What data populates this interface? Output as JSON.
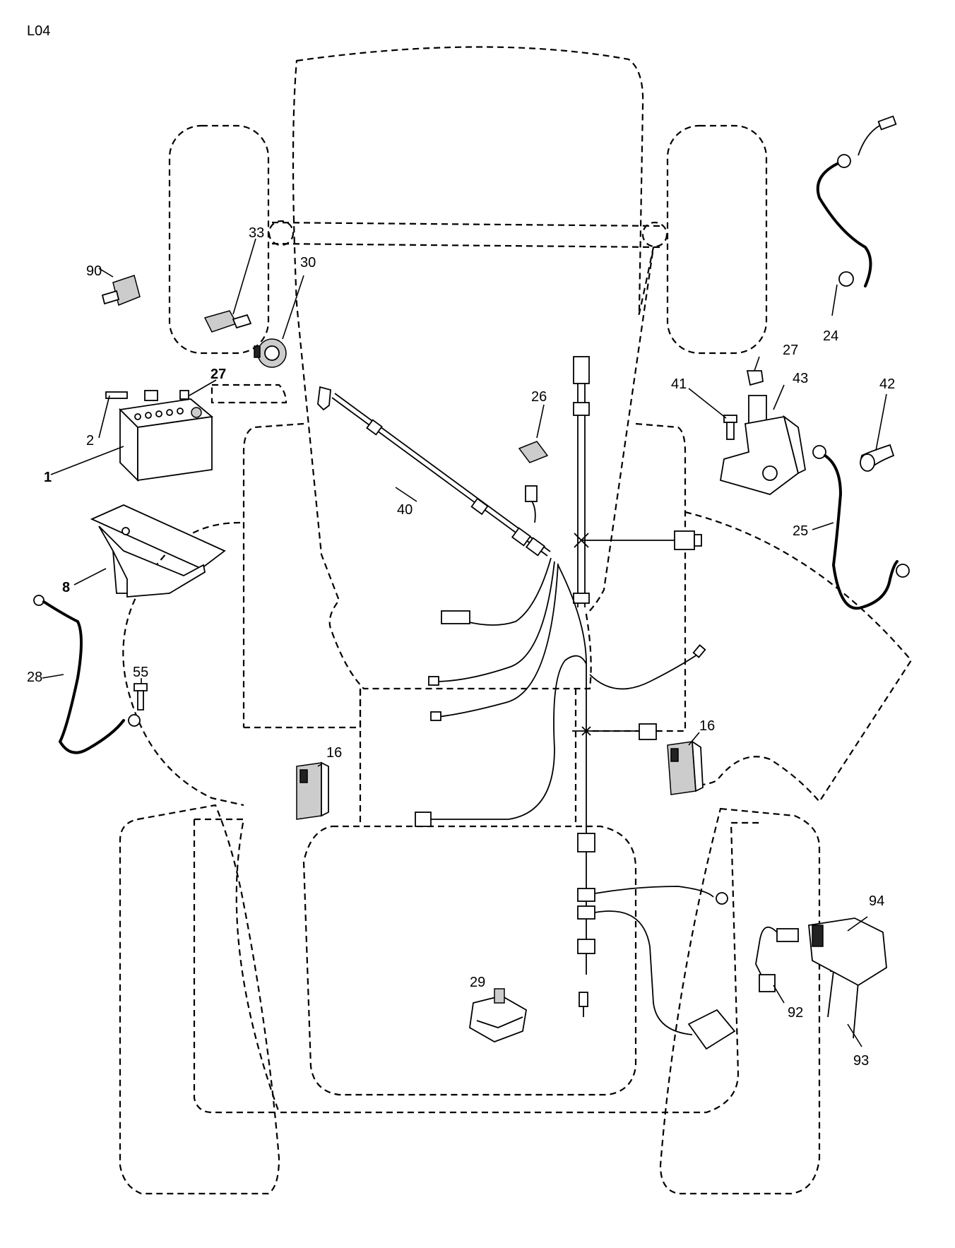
{
  "diagram_code": "L04",
  "callouts": {
    "c1": "1",
    "c2": "2",
    "c8": "8",
    "c16a": "16",
    "c16b": "16",
    "c24": "24",
    "c25": "25",
    "c26": "26",
    "c27a": "27",
    "c27b": "27",
    "c28": "28",
    "c29": "29",
    "c30": "30",
    "c33": "33",
    "c40": "40",
    "c41": "41",
    "c42": "42",
    "c43": "43",
    "c55": "55",
    "c90": "90",
    "c92": "92",
    "c93": "93",
    "c94": "94"
  }
}
